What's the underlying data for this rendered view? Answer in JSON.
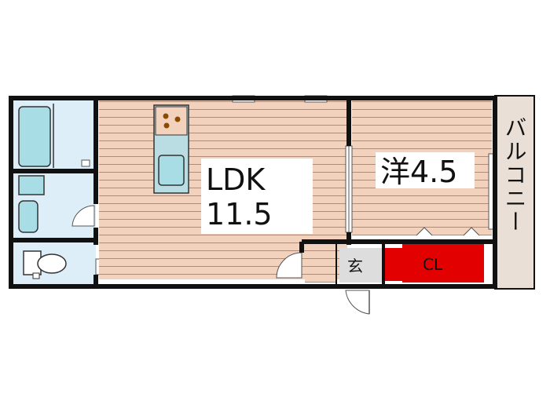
{
  "rooms": {
    "ldk": {
      "name": "LDK",
      "size": "11.5"
    },
    "western": {
      "name": "洋4.5"
    },
    "balcony": {
      "name": "バルコニー"
    },
    "entrance": {
      "name": "玄"
    },
    "closet": {
      "name": "CL"
    }
  },
  "colors": {
    "wall": "#111111",
    "floor_wood": "#f3d2bd",
    "floor_line": "#a48f82",
    "wet_area": "#ddeef8",
    "fixture": "#a9dde6",
    "counter": "#b9dde2",
    "balcony": "#eadfd6",
    "closet": "#e20000",
    "entrance": "#dddddd"
  }
}
